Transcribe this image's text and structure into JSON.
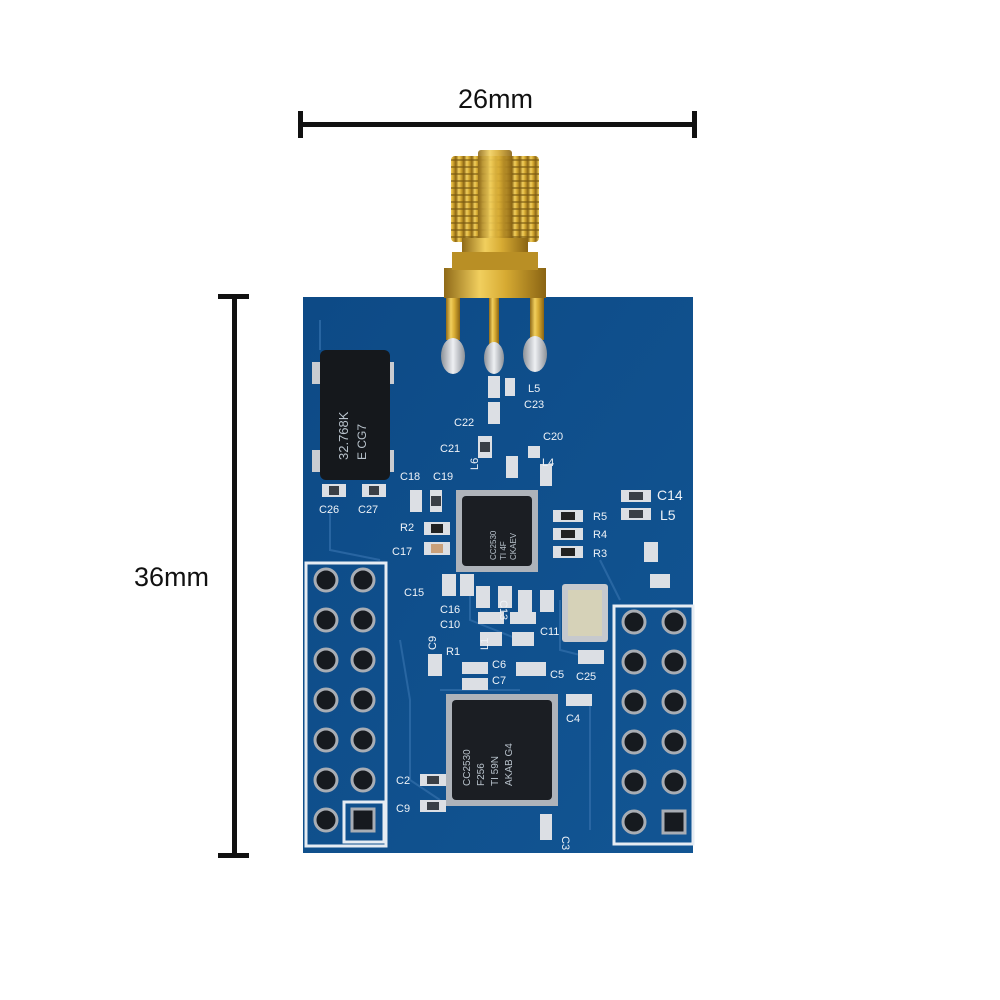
{
  "dimensions": {
    "width_label": "26mm",
    "height_label": "36mm"
  },
  "crystal": {
    "line1": "32.768K",
    "line2": "E CG7"
  },
  "chips": {
    "rf_chip": [
      "CC2530",
      "TI 4F",
      "CKAEV"
    ],
    "mcu_chip": [
      "CC2530",
      "F256",
      "TI 59N",
      "AKAB G4"
    ]
  },
  "silkscreen": {
    "C26": "C26",
    "C27": "C27",
    "C18": "C18",
    "C19": "C19",
    "R2": "R2",
    "C17": "C17",
    "C15": "C15",
    "C16": "C16",
    "C10": "C10",
    "C9_top": "C9",
    "R1": "R1",
    "C6": "C6",
    "C7": "C7",
    "C5": "C5",
    "C25": "C25",
    "C4": "C4",
    "C2": "C2",
    "C9": "C9",
    "C3": "C3",
    "C22": "C22",
    "C21": "C21",
    "C20": "C20",
    "L4": "L4",
    "L5_top": "L5",
    "C23": "C23",
    "L6": "L6",
    "C14": "C14",
    "L5": "L5",
    "R5": "R5",
    "R4": "R4",
    "R3": "R3",
    "C13": "C13",
    "C11": "C11",
    "L1": "L1"
  },
  "colors": {
    "pcb": "#0f4f8c",
    "gold": "#c9a23a",
    "silver": "#c8ccd2",
    "chip": "#1b1e23"
  }
}
